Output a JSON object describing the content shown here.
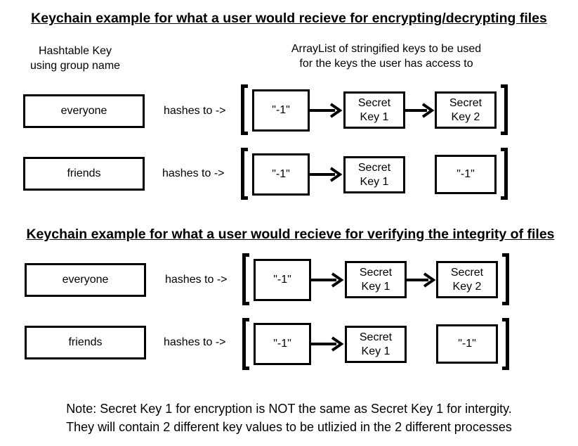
{
  "title_encrypt": "Keychain example for what a user would recieve for encrypting/decrypting files",
  "title_verify": "Keychain example for what a user would recieve for verifying the integrity of files",
  "header_left_line1": "Hashtable Key",
  "header_left_line2": "using group name",
  "header_right_line1": "ArrayList of stringified keys to be used",
  "header_right_line2": "for the keys the user has access to",
  "rows": [
    {
      "group": "everyone",
      "hashes": "hashes to ->",
      "keys": [
        "\"-1\"",
        "Secret\nKey 1",
        "Secret\nKey 2"
      ]
    },
    {
      "group": "friends",
      "hashes": "hashes to ->",
      "keys": [
        "\"-1\"",
        "Secret\nKey 1",
        "\"-1\""
      ]
    },
    {
      "group": "everyone",
      "hashes": "hashes to ->",
      "keys": [
        "\"-1\"",
        "Secret\nKey 1",
        "Secret\nKey 2"
      ]
    },
    {
      "group": "friends",
      "hashes": "hashes to ->",
      "keys": [
        "\"-1\"",
        "Secret\nKey 1",
        "\"-1\""
      ]
    }
  ],
  "note_line1": "Note: Secret Key 1 for encryption is NOT the same as Secret Key 1 for intergity.",
  "note_line2": "They will contain 2 different key values to be utlizied in the 2 different processes"
}
